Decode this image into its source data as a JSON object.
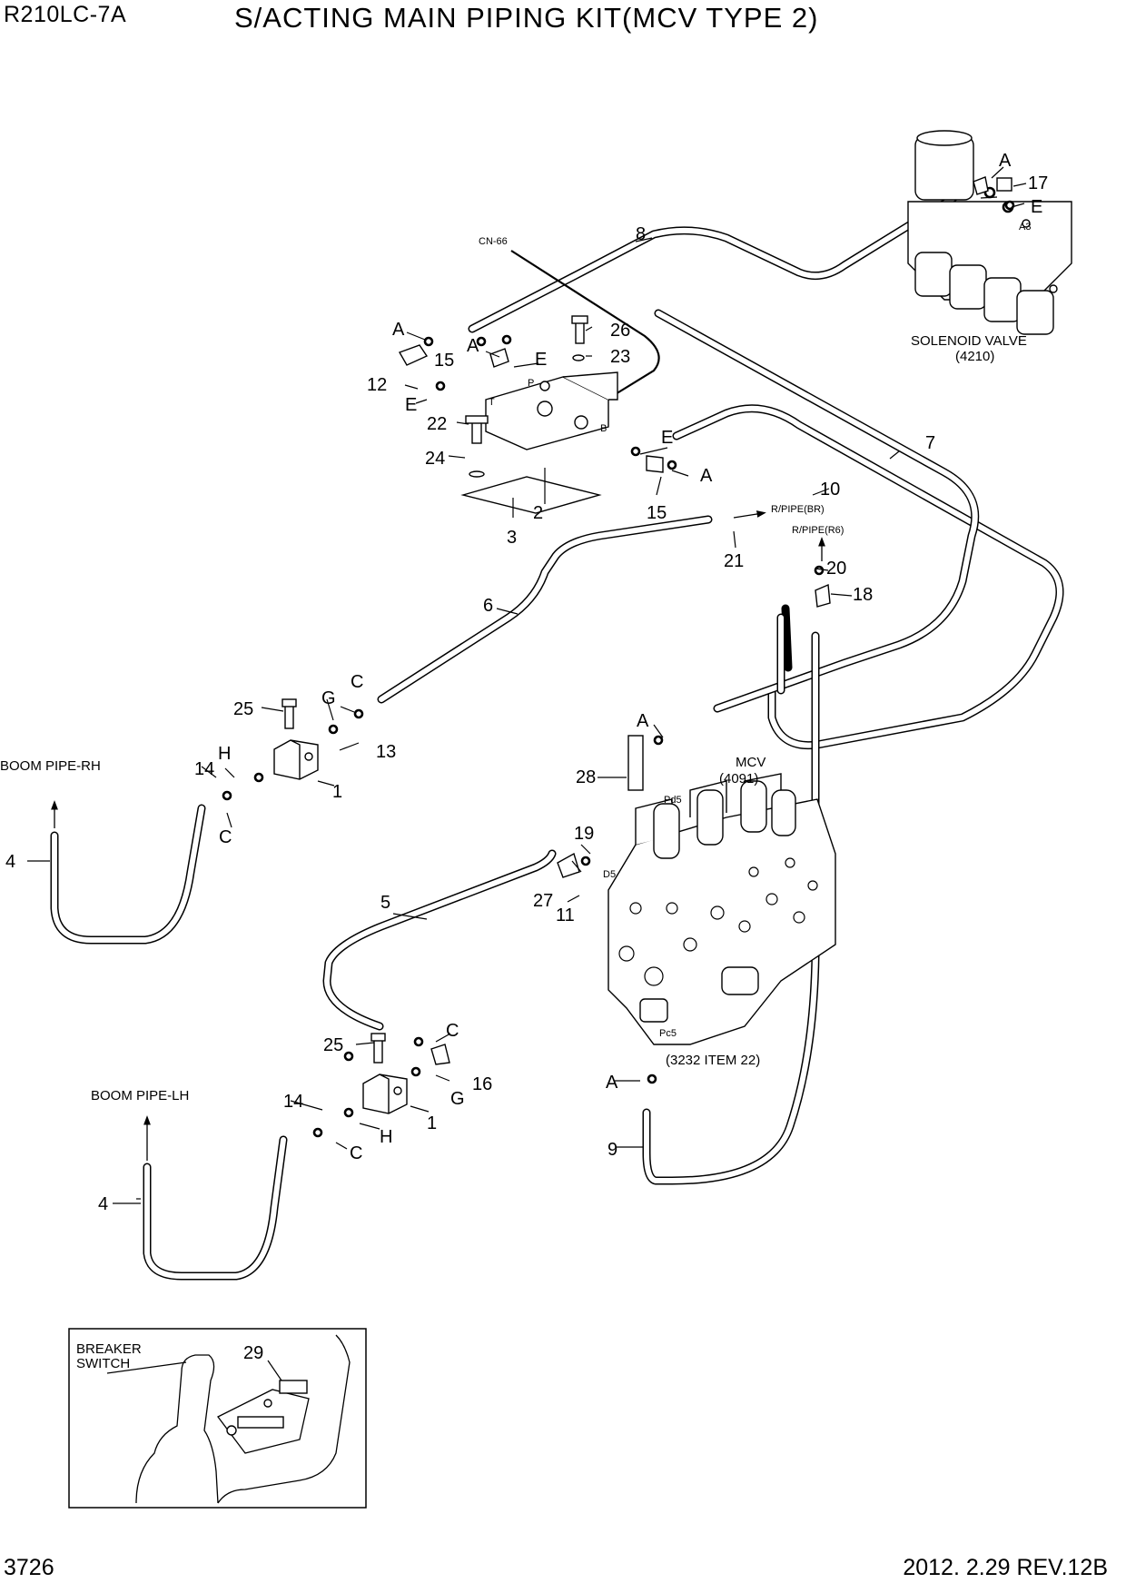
{
  "header": {
    "model": "R210LC-7A",
    "title": "S/ACTING MAIN PIPING KIT(MCV TYPE 2)"
  },
  "footer": {
    "page_number": "3726",
    "date_rev": "2012. 2.29  REV.12B"
  },
  "components": {
    "solenoid_valve": "SOLENOID VALVE",
    "solenoid_valve_ref": "(4210)",
    "mcv": "MCV",
    "mcv_ref": "(4091)",
    "cn66": "CN-66",
    "rpipe_br": "R/PIPE(BR)",
    "rpipe_r6": "R/PIPE(R6)",
    "boom_pipe_rh": "BOOM PIPE-RH",
    "boom_pipe_lh": "BOOM PIPE-LH",
    "item_ref_3232": "(3232 ITEM 22)",
    "breaker_switch_1": "BREAKER",
    "breaker_switch_2": "SWITCH"
  },
  "port_labels": {
    "a3": "A3",
    "p": "P",
    "t": "T",
    "b": "B",
    "pd5": "Pd5",
    "d5": "D5",
    "pc5": "Pc5"
  },
  "callouts": {
    "n1": "1",
    "n2": "2",
    "n3": "3",
    "n4": "4",
    "n5": "5",
    "n6": "6",
    "n7": "7",
    "n8": "8",
    "n9": "9",
    "n10": "10",
    "n11": "11",
    "n12": "12",
    "n13": "13",
    "n14": "14",
    "n15": "15",
    "n16": "16",
    "n17": "17",
    "n18": "18",
    "n19": "19",
    "n20": "20",
    "n21": "21",
    "n22": "22",
    "n23": "23",
    "n24": "24",
    "n25": "25",
    "n26": "26",
    "n27": "27",
    "n28": "28",
    "n29": "29",
    "a": "A",
    "c": "C",
    "e": "E",
    "g": "G",
    "h": "H"
  }
}
